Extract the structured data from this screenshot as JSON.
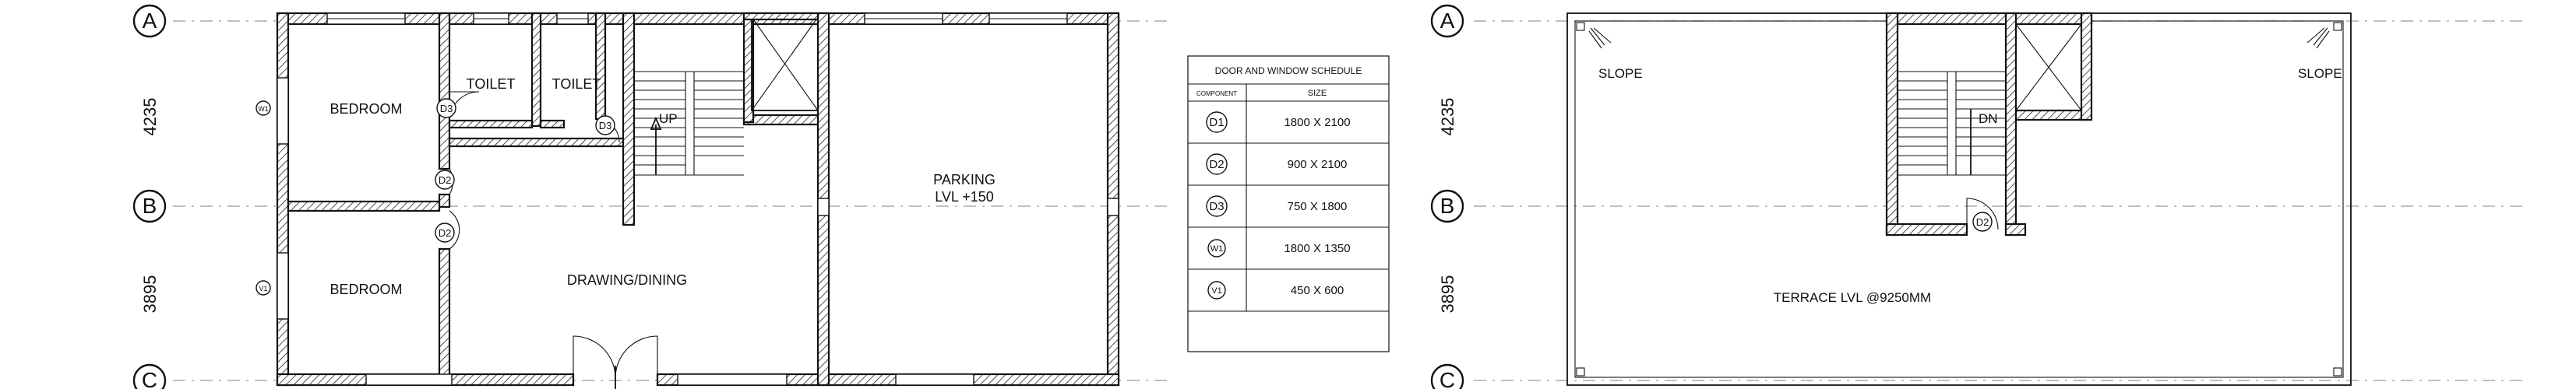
{
  "grid_labels": {
    "a": "A",
    "b": "B",
    "c": "C"
  },
  "dimensions": {
    "a_to_b": "4235",
    "b_to_c": "3895"
  },
  "ground_floor": {
    "rooms": {
      "bedroom_top": "BEDROOM",
      "toilet_1": "TOILET",
      "toilet_2": "TOILET",
      "bedroom_bottom": "BEDROOM",
      "drawing_dining": "DRAWING/DINING",
      "parking_name": "PARKING",
      "parking_level": "LVL +150"
    },
    "stair_label": "UP",
    "tags": {
      "d3a": "D3",
      "d3b": "D3",
      "d2a": "D2",
      "d2b": "D2",
      "w1": "W1",
      "v1": "V1"
    }
  },
  "schedule": {
    "title": "DOOR AND WINDOW SCHEDULE",
    "columns": [
      "COMPONENT",
      "SIZE"
    ],
    "rows": [
      {
        "component": "D1",
        "size": "1800 X 2100"
      },
      {
        "component": "D2",
        "size": "900 X 2100"
      },
      {
        "component": "D3",
        "size": "750 X 1800"
      },
      {
        "component": "W1",
        "size": "1800 X 1350"
      },
      {
        "component": "V1",
        "size": "450 X 600"
      }
    ]
  },
  "terrace": {
    "slope_left": "SLOPE",
    "slope_right": "SLOPE",
    "stair_label": "DN",
    "door_tag": "D2",
    "level_label": "TERRACE LVL @9250MM"
  }
}
